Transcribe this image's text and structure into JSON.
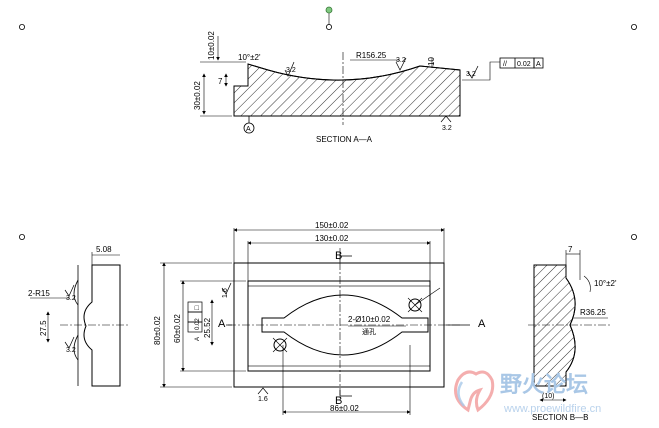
{
  "section_aa": {
    "title": "SECTION A—A",
    "dim_height_total": "30±0.02",
    "dim_height_top": "10±0.02",
    "dim_7": "7",
    "angle": "10°±2'",
    "roughness_1": "3.2",
    "roughness_2": "3.2",
    "roughness_3": "3.2",
    "roughness_4": "3.2",
    "radius": "R156.25",
    "dim_10": "10",
    "flatness_symbol": "//",
    "flatness_value": "0.02",
    "datum_ref": "A",
    "datum_label": "A"
  },
  "left_view": {
    "dim_width": "5.08",
    "radius": "2-R15",
    "dim_275": "27.5",
    "roughness_1": "3.2",
    "roughness_2": "3.2"
  },
  "plan_view": {
    "dim_150": "150±0.02",
    "dim_130": "130±0.02",
    "dim_80": "80±0.02",
    "dim_60": "60±0.02",
    "dim_2552": "25.52",
    "dim_86": "86±0.02",
    "dim_16_top": "1.6",
    "dim_16_bot": "1.6",
    "holes": "2-Ø10±0.02",
    "holes_note": "通孔",
    "section_b_top": "B",
    "section_b_bot": "B",
    "section_a_left": "A",
    "section_a_right": "A",
    "tol_symbol": "□",
    "tol_value": "0.02",
    "tol_datum": "A"
  },
  "section_bb": {
    "title": "SECTION B—B",
    "dim_7": "7",
    "angle": "10°±2'",
    "radius": "R36.25",
    "dim_10": "(10)"
  },
  "watermark": {
    "text": "野火论坛",
    "url": "www.proewildfire.cn"
  }
}
